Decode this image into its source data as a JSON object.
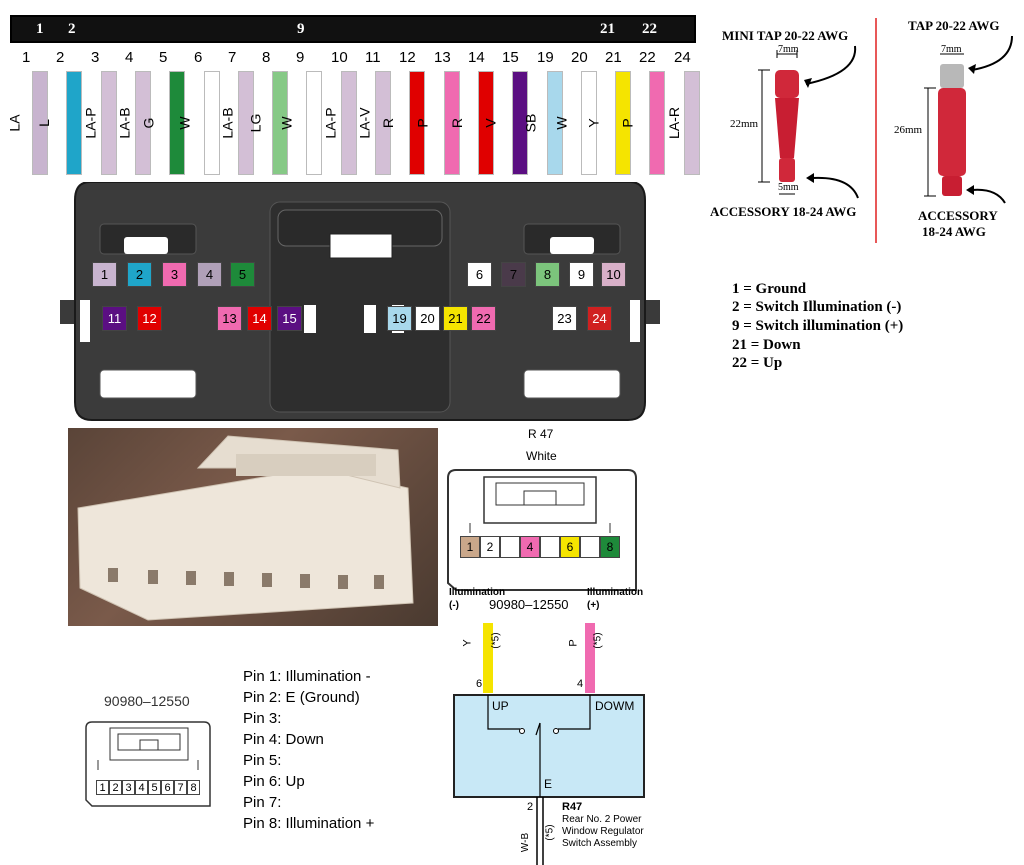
{
  "wire_strip": {
    "bar_numbers": [
      "1",
      "2",
      "9",
      "21",
      "22"
    ],
    "pins": [
      {
        "num": "1",
        "label": "LA",
        "color": "#c8b4cf"
      },
      {
        "num": "2",
        "label": "L",
        "color": "#1fa5c9"
      },
      {
        "num": "3",
        "label": "LA-P",
        "color": "#d3bfd6"
      },
      {
        "num": "4",
        "label": "LA-B",
        "color": "#d3bfd6"
      },
      {
        "num": "5",
        "label": "G",
        "color": "#1e8a3a"
      },
      {
        "num": "6",
        "label": "W",
        "color": "#ffffff"
      },
      {
        "num": "7",
        "label": "LA-B",
        "color": "#d3bfd6"
      },
      {
        "num": "8",
        "label": "LG",
        "color": "#86c986"
      },
      {
        "num": "9",
        "label": "W",
        "color": "#ffffff"
      },
      {
        "num": "10",
        "label": "LA-P",
        "color": "#d3bfd6"
      },
      {
        "num": "11",
        "label": "LA-V",
        "color": "#d3bfd6"
      },
      {
        "num": "12",
        "label": "R",
        "color": "#e00000"
      },
      {
        "num": "13",
        "label": "P",
        "color": "#f06ab0"
      },
      {
        "num": "14",
        "label": "R",
        "color": "#e00000"
      },
      {
        "num": "15",
        "label": "V",
        "color": "#5b0f82"
      },
      {
        "num": "19",
        "label": "SB",
        "color": "#a8d8ec"
      },
      {
        "num": "20",
        "label": "W",
        "color": "#ffffff"
      },
      {
        "num": "21",
        "label": "Y",
        "color": "#f5e400"
      },
      {
        "num": "22",
        "label": "P",
        "color": "#f06ab0"
      },
      {
        "num": "24",
        "label": "LA-R",
        "color": "#d3bfd6"
      }
    ]
  },
  "taps": {
    "mini_tap": {
      "title": "MINI TAP 20-22 AWG",
      "top_dim": "7mm",
      "length": "22mm",
      "bottom_dim": "5mm",
      "accessory": "ACCESSORY 18-24 AWG"
    },
    "tap": {
      "title": "TAP 20-22 AWG",
      "top_dim": "7mm",
      "length": "26mm",
      "accessory_line1": "ACCESSORY",
      "accessory_line2": "18-24 AWG"
    }
  },
  "connector": {
    "top_row": [
      {
        "n": "1",
        "color": "#c8b4cf"
      },
      {
        "n": "2",
        "color": "#1fa5c9"
      },
      {
        "n": "3",
        "color": "#f06ab0"
      },
      {
        "n": "4",
        "color": "#b0a0b8"
      },
      {
        "n": "5",
        "color": "#1e8a3a"
      },
      {
        "n": "6",
        "color": "#ffffff"
      },
      {
        "n": "7",
        "color": "#4a3a4a"
      },
      {
        "n": "8",
        "color": "#7cc47c"
      },
      {
        "n": "9",
        "color": "#ffffff"
      },
      {
        "n": "10",
        "color": "#d8b0c8"
      }
    ],
    "bottom_row": [
      {
        "n": "11",
        "color": "#5b0f82"
      },
      {
        "n": "12",
        "color": "#e00000"
      },
      {
        "n": "13",
        "color": "#f06ab0"
      },
      {
        "n": "14",
        "color": "#e00000"
      },
      {
        "n": "15",
        "color": "#5b0f82"
      },
      {
        "n": "19",
        "color": "#a8d8ec"
      },
      {
        "n": "20",
        "color": "#ffffff"
      },
      {
        "n": "21",
        "color": "#f5e400"
      },
      {
        "n": "22",
        "color": "#f06ab0"
      },
      {
        "n": "23",
        "color": "#ffffff"
      },
      {
        "n": "24",
        "color": "#d02020"
      }
    ]
  },
  "legend": [
    {
      "pin": "1",
      "text": "= Ground"
    },
    {
      "pin": "2",
      "text": "= Switch Illumination (-)"
    },
    {
      "pin": "9",
      "text": "= Switch illumination (+)"
    },
    {
      "pin": "21",
      "text": "= Down"
    },
    {
      "pin": "22",
      "text": "= Up"
    }
  ],
  "schematic": {
    "title": "R 47",
    "subtitle": "White",
    "pins": [
      {
        "n": "1",
        "color": "#c9a78a"
      },
      {
        "n": "2",
        "color": "#ffffff"
      },
      {
        "n": "",
        "color": "#ffffff"
      },
      {
        "n": "4",
        "color": "#f06ab0"
      },
      {
        "n": "",
        "color": "#ffffff"
      },
      {
        "n": "6",
        "color": "#f5e400"
      },
      {
        "n": "",
        "color": "#ffffff"
      },
      {
        "n": "8",
        "color": "#1e8a3a"
      }
    ],
    "illum_left": "Illumination",
    "illum_left_sign": "(-)",
    "part_number": "90980–12550",
    "illum_right": "Illumination",
    "illum_right_sign": "(+)",
    "wire_left": "Y",
    "wire_left_note": "(*5)",
    "wire_right": "P",
    "wire_right_note": "(*5)",
    "left_pin": "6",
    "right_pin": "4",
    "up": "UP",
    "down": "DOWM",
    "e": "E",
    "bottom_pin": "2",
    "bottom_wire": "W-B",
    "bottom_note": "(*5)",
    "switch_id": "R47",
    "switch_line1": "Rear No. 2 Power",
    "switch_line2": "Window Regulator",
    "switch_line3": "Switch Assembly"
  },
  "small_connector": {
    "part_number": "90980–12550",
    "pins": [
      "1",
      "2",
      "3",
      "4",
      "5",
      "6",
      "7",
      "8"
    ]
  },
  "pin_list": [
    "Pin 1: Illumination -",
    "Pin 2: E (Ground)",
    "Pin 3:",
    "Pin 4: Down",
    "Pin 5:",
    "Pin 6: Up",
    "Pin 7:",
    "Pin 8: Illumination +"
  ]
}
